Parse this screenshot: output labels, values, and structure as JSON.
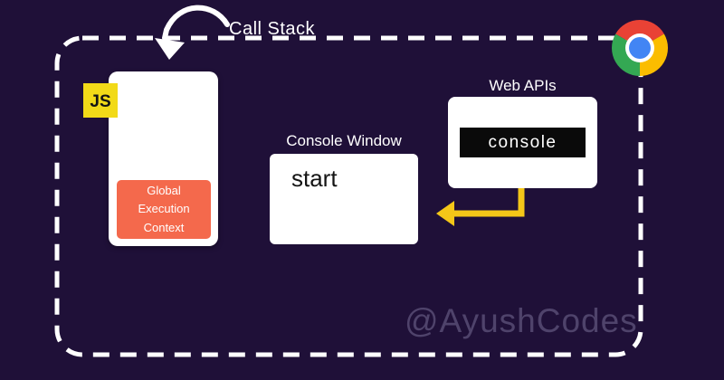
{
  "diagram": {
    "call_stack": {
      "label": "Call Stack",
      "js_badge_label": "JS",
      "frame": "Global\nExecution\nContext"
    },
    "console_window": {
      "label": "Console Window",
      "output": [
        "start"
      ]
    },
    "web_apis": {
      "label": "Web APIs",
      "items": [
        "console"
      ]
    },
    "watermark": "@AyushCodes",
    "icons": {
      "chrome": "chrome-browser-logo",
      "curved_arrow": "hand-drawn-arrow-pointing-to-call-stack",
      "return_arrow": "elbow-arrow-web-apis-to-console-window",
      "boundary": "dashed-runtime-boundary"
    },
    "colors": {
      "background": "#1F1038",
      "box_white": "#FFFFFF",
      "frame_orange": "#F4694C",
      "js_badge_yellow": "#F2DA18",
      "arrow_yellow": "#F4C718",
      "console_chip_black": "#0A0A0A",
      "text_white": "#FFFFFF",
      "text_black": "#141414",
      "watermark_purple": "#5B5078",
      "chrome_red": "#E94235",
      "chrome_yellow": "#FBBD00",
      "chrome_green": "#34A853",
      "chrome_blue": "#4285F4"
    }
  }
}
